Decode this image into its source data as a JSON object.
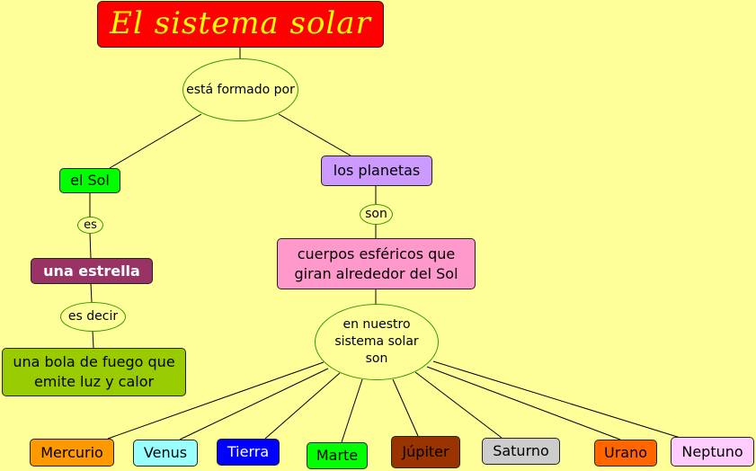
{
  "title": "El sistema solar",
  "links": {
    "formado": "está formado por",
    "es": "es",
    "es_decir": "es decir",
    "son": "son",
    "en_nuestro": "en nuestro sistema solar son"
  },
  "concepts": {
    "sol": "el Sol",
    "planetas": "los planetas",
    "estrella": "una estrella",
    "bola": "una bola de fuego que emite luz y calor",
    "cuerpos": "cuerpos esféricos que giran alrededor del Sol"
  },
  "planets": [
    {
      "name": "Mercurio",
      "color": "#ff9900"
    },
    {
      "name": "Venus",
      "color": "#99ffff"
    },
    {
      "name": "Tierra",
      "color": "#0000ff"
    },
    {
      "name": "Marte",
      "color": "#00ff00"
    },
    {
      "name": "Júpiter",
      "color": "#993300"
    },
    {
      "name": "Saturno",
      "color": "#cccccc"
    },
    {
      "name": "Urano",
      "color": "#ff6600"
    },
    {
      "name": "Neptuno",
      "color": "#ffccff"
    }
  ]
}
